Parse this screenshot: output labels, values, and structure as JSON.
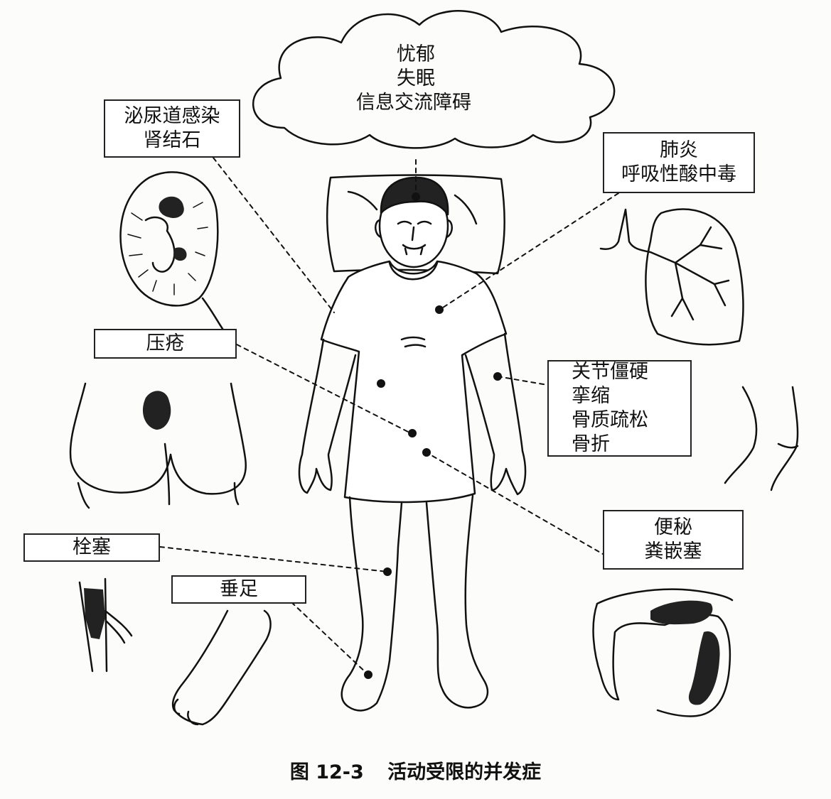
{
  "cloud": {
    "lines": [
      "忧郁",
      "失眠",
      "信息交流障碍"
    ]
  },
  "labels": {
    "urinary": [
      "泌尿道感染",
      "肾结石"
    ],
    "lung": [
      "肺炎",
      "呼吸性酸中毒"
    ],
    "pressure": [
      "压疮"
    ],
    "joint": [
      "关节僵硬",
      "挛缩",
      "骨质疏松",
      "骨折"
    ],
    "constipation": [
      "便秘",
      "粪嵌塞"
    ],
    "embolism": [
      "栓塞"
    ],
    "footdrop": [
      "垂足"
    ]
  },
  "caption": {
    "fig_no": "图 12-3",
    "title": "活动受限的并发症"
  },
  "colors": {
    "ink": "#111111",
    "paper": "#fcfcfa"
  }
}
